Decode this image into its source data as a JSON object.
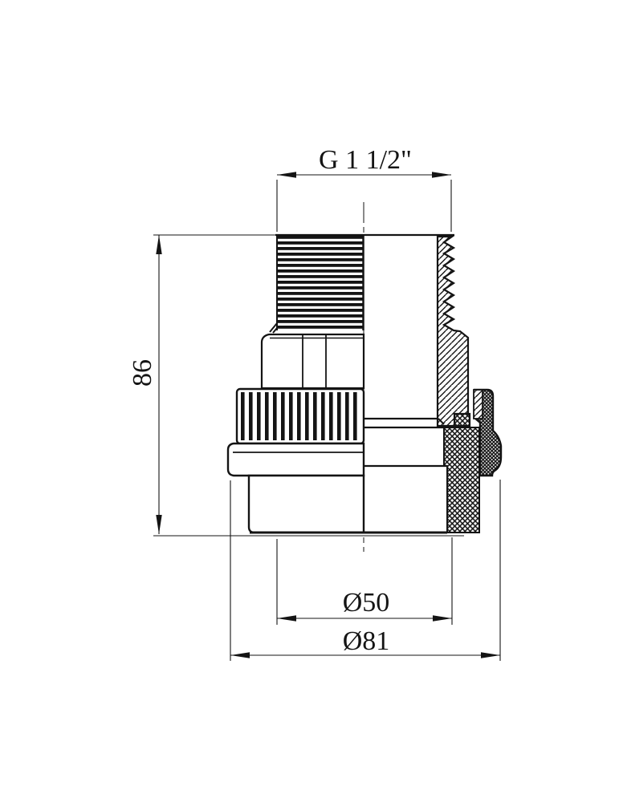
{
  "drawing": {
    "view": "half-section technical drawing of threaded pipe fitting",
    "dimensions": {
      "thread": "G 1 1/2\"",
      "height": "86",
      "socket_diameter": "Ø50",
      "outer_diameter": "Ø81"
    },
    "colors": {
      "line": "#141414",
      "background": "#ffffff"
    }
  }
}
